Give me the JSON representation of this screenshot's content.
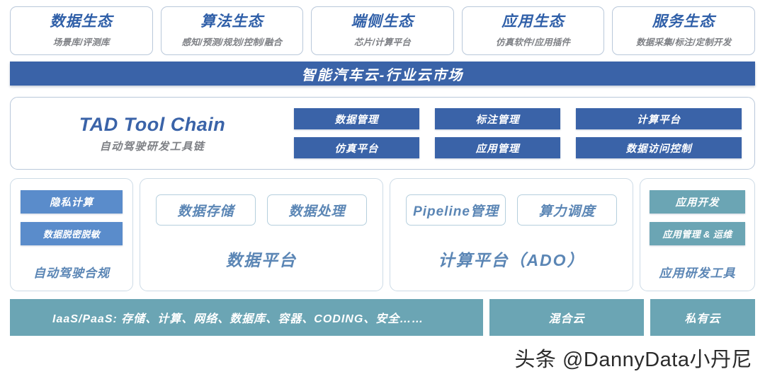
{
  "ecosystems": [
    {
      "title": "数据生态",
      "subtitle": "场景库/评测库"
    },
    {
      "title": "算法生态",
      "subtitle": "感知/预测/规划/控制/融合"
    },
    {
      "title": "端侧生态",
      "subtitle": "芯片/计算平台"
    },
    {
      "title": "应用生态",
      "subtitle": "仿真软件/应用插件"
    },
    {
      "title": "服务生态",
      "subtitle": "数据采集/标注/定制开发"
    }
  ],
  "market_band": {
    "label": "智能汽车云-行业云市场",
    "color": "#3a63a8"
  },
  "toolchain": {
    "brand_title": "TAD Tool Chain",
    "brand_subtitle": "自动驾驶研发工具链",
    "buttons": [
      "数据管理",
      "标注管理",
      "计算平台",
      "仿真平台",
      "应用管理",
      "数据访问控制"
    ],
    "button_color": "#3a63a8"
  },
  "platforms": {
    "compliance": {
      "buttons": [
        "隐私计算",
        "数据脱密脱敏"
      ],
      "footer": "自动驾驶合规",
      "button_color": "#5a8ccb"
    },
    "data_platform": {
      "chips": [
        "数据存储",
        "数据处理"
      ],
      "footer": "数据平台"
    },
    "compute_platform": {
      "chips": [
        "Pipeline管理",
        "算力调度"
      ],
      "footer": "计算平台（ADO）"
    },
    "app_tools": {
      "buttons": [
        "应用开发",
        "应用管理 & 运维"
      ],
      "footer": "应用研发工具",
      "button_color": "#6ba5b4"
    }
  },
  "infrastructure": {
    "main": "IaaS/PaaS: 存储、计算、网络、数据库、容器、CODING、安全……",
    "hybrid_cloud": "混合云",
    "private_cloud": "私有云",
    "color": "#6ba5b4"
  },
  "watermark": "头条 @DannyData小丹尼"
}
